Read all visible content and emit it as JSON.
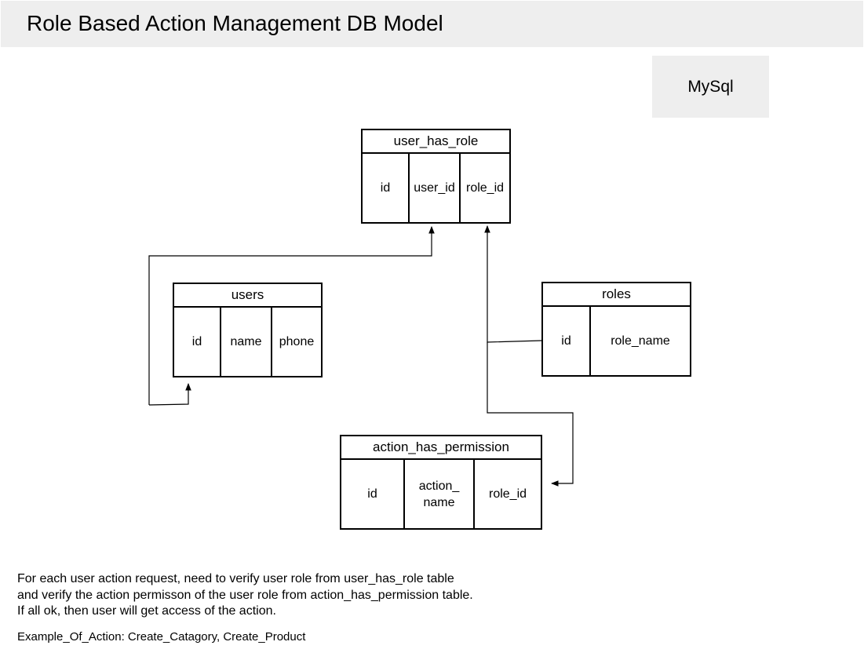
{
  "header": {
    "title": "Role Based Action Management DB Model"
  },
  "db_badge": {
    "label": "MySql"
  },
  "tables": {
    "user_has_role": {
      "name": "user_has_role",
      "columns": [
        "id",
        "user_id",
        "role_id"
      ]
    },
    "users": {
      "name": "users",
      "columns": [
        "id",
        "name",
        "phone"
      ]
    },
    "roles": {
      "name": "roles",
      "columns": [
        "id",
        "role_name"
      ]
    },
    "action_has_permission": {
      "name": "action_has_permission",
      "columns": [
        "id",
        "action_\nname",
        "role_id"
      ]
    }
  },
  "relations": [
    {
      "from": "users.id",
      "to": "user_has_role.user_id"
    },
    {
      "from": "roles.id",
      "to": "user_has_role.role_id"
    },
    {
      "from": "roles.id",
      "to": "action_has_permission.role_id"
    }
  ],
  "notes": {
    "lines": [
      "For each user action request, need to verify user role from user_has_role table",
      "and verify the action permisson of the user role from action_has_permission table.",
      "If all ok, then user will get access of the action."
    ],
    "example": "Example_Of_Action: Create_Catagory, Create_Product"
  }
}
